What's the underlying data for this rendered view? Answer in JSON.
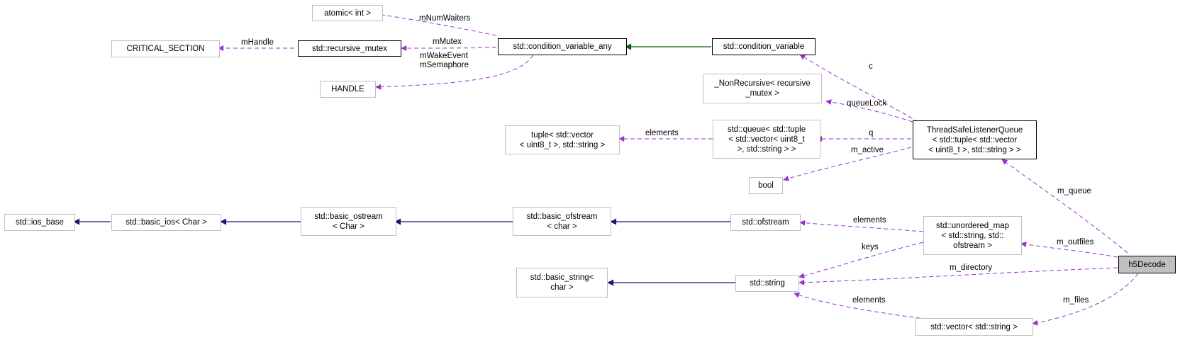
{
  "diagram": {
    "nodes": {
      "h5decode": "h5Decode",
      "atomic_int": "atomic< int >",
      "critical_section": "CRITICAL_SECTION",
      "recursive_mutex": "std::recursive_mutex",
      "condvar_any": "std::condition_variable_any",
      "condvar": "std::condition_variable",
      "handle": "HANDLE",
      "nonrecursive": "_NonRecursive< recursive\n_mutex >",
      "tuple": "tuple< std::vector\n< uint8_t >, std::string >",
      "queue": "std::queue< std::tuple\n< std::vector< uint8_t\n>, std::string > >",
      "tsq": "ThreadSafeListenerQueue\n< std::tuple< std::vector\n< uint8_t >, std::string > >",
      "bool": "bool",
      "ios_base": "std::ios_base",
      "basic_ios": "std::basic_ios< Char >",
      "basic_ostream": "std::basic_ostream\n< Char >",
      "basic_ofstream": "std::basic_ofstream\n< char >",
      "ofstream": "std::ofstream",
      "unordered_map": "std::unordered_map\n< std::string, std::\nofstream >",
      "basic_string": "std::basic_string<\nchar >",
      "string": "std::string",
      "vector_string": "std::vector< std::string >"
    },
    "edge_labels": {
      "mNumWaiters": "mNumWaiters",
      "mHandle": "mHandle",
      "mMutex": "mMutex",
      "mWakeEvent": "mWakeEvent\nmSemaphore",
      "c": "c",
      "queueLock": "queueLock",
      "elements_tuple": "elements",
      "q": "q",
      "m_active": "m_active",
      "m_queue": "m_queue",
      "elements_ofstream": "elements",
      "m_outfiles": "m_outfiles",
      "keys": "keys",
      "m_directory": "m_directory",
      "elements_string": "elements",
      "m_files": "m_files"
    },
    "colors": {
      "usage_edge": "#9a32cd",
      "inheritance_edge": "#191970",
      "public_inheritance_green": "#006400",
      "node_border": "#bfbfbf",
      "documented_border": "#000000",
      "focus_fill": "#bfbfbf"
    }
  }
}
